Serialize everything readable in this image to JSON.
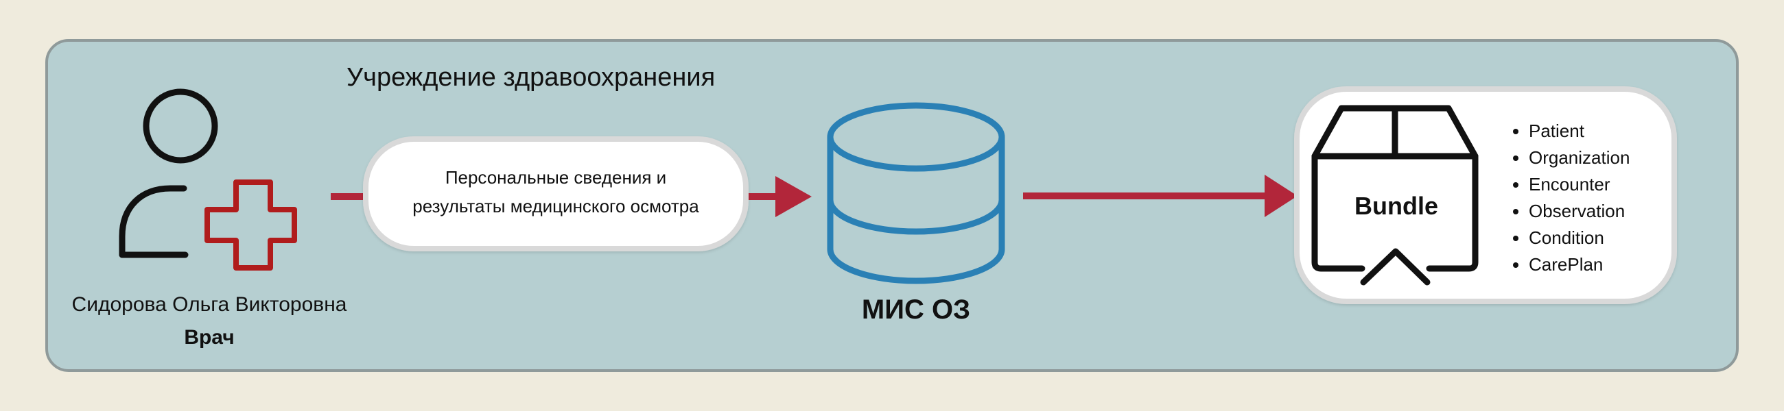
{
  "colors": {
    "page_background": "#efebdd",
    "container_fill": "#b6cfd1",
    "container_border": "#8f9a9a",
    "arrow": "#b2263a",
    "database": "#2a80b5",
    "cross": "#b01c1c",
    "pill_fill": "#ffffff",
    "pill_border": "#d9d9d9",
    "icon_stroke": "#111111"
  },
  "diagram": {
    "container_label": "Учреждение здравоохранения",
    "person": {
      "name": "Сидорова Ольга Викторовна",
      "role": "Врач"
    },
    "message": {
      "line1": "Персональные сведения и",
      "line2": "результаты медицинского осмотра"
    },
    "system": {
      "label": "МИС ОЗ",
      "icon": "database-icon"
    },
    "bundle": {
      "label": "Bundle",
      "icon": "package-box-icon",
      "resources": [
        "Patient",
        "Organization",
        "Encounter",
        "Observation",
        "Condition",
        "CarePlan"
      ]
    }
  }
}
